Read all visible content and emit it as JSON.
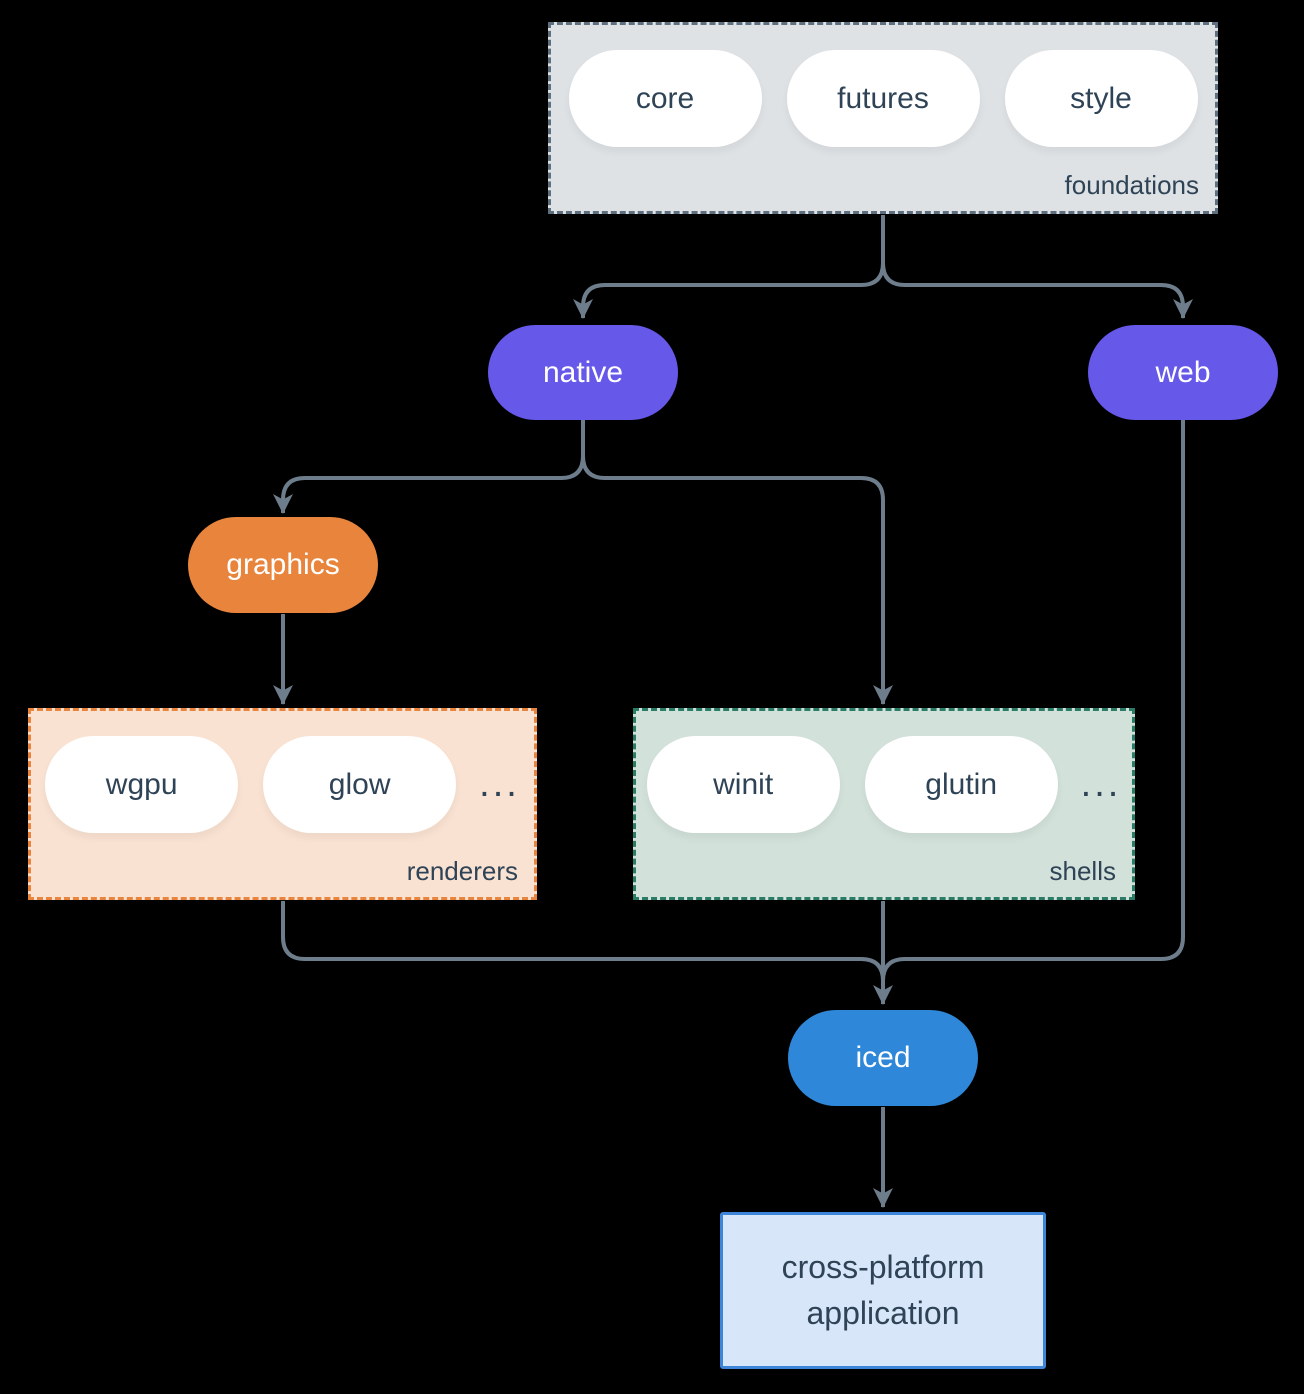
{
  "colors": {
    "bg": "#000000",
    "line": "#6e7d8c",
    "text-dark": "#2f4356",
    "purple": "#6658e9",
    "orange": "#e8843c",
    "blue": "#2e87d8",
    "grey-fill": "#dee2e5",
    "grey-border": "#5e7080",
    "peach-fill": "#fae2d2",
    "sage-fill": "#d2e1da",
    "teal-border": "#2a7c66",
    "app-fill": "#d7e6f8",
    "app-border": "#3d85d8",
    "pill-white": "#ffffff"
  },
  "nodes": {
    "foundations": {
      "label": "foundations",
      "pills": [
        "core",
        "futures",
        "style"
      ]
    },
    "native": {
      "label": "native"
    },
    "web": {
      "label": "web"
    },
    "graphics": {
      "label": "graphics"
    },
    "renderers": {
      "label": "renderers",
      "pills": [
        "wgpu",
        "glow"
      ],
      "more": "..."
    },
    "shells": {
      "label": "shells",
      "pills": [
        "winit",
        "glutin"
      ],
      "more": "..."
    },
    "iced": {
      "label": "iced"
    },
    "application": {
      "line1": "cross-platform",
      "line2": "application"
    }
  }
}
